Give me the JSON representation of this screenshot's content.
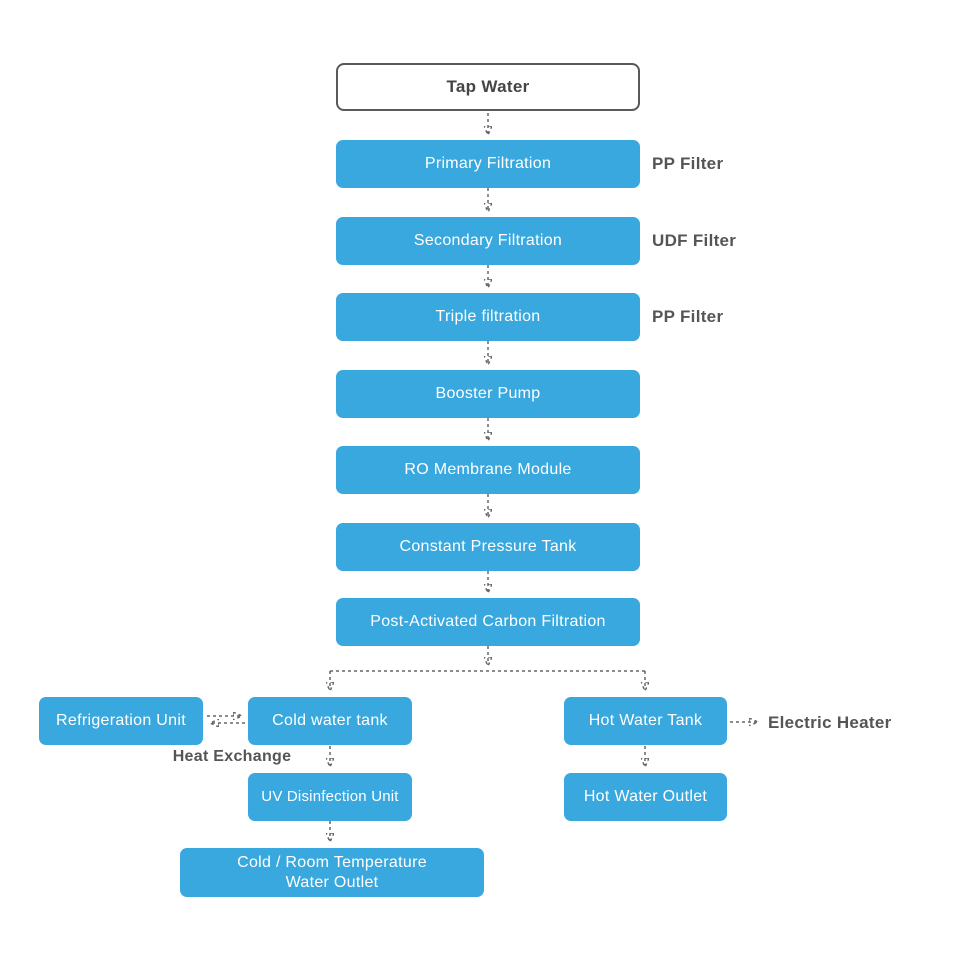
{
  "diagram_type": "flowchart",
  "colors": {
    "node_fill": "#38A8DF",
    "node_text": "#FFFFFF",
    "start_fill": "#FFFFFF",
    "start_border": "#58595B",
    "arrow": "#666666",
    "label_text": "#555555"
  },
  "nodes": {
    "tap_water": "Tap Water",
    "primary_filtration": "Primary Filtration",
    "secondary_filtration": "Secondary Filtration",
    "triple_filtration": "Triple filtration",
    "booster_pump": "Booster Pump",
    "ro_membrane_module": "RO Membrane Module",
    "constant_pressure_tank": "Constant Pressure Tank",
    "post_activated_carbon": "Post-Activated Carbon Filtration",
    "refrigeration_unit": "Refrigeration Unit",
    "cold_water_tank": "Cold water tank",
    "uv_disinfection_unit": "UV Disinfection Unit",
    "cold_outlet_line1": "Cold / Room Temperature",
    "cold_outlet_line2": "Water Outlet",
    "hot_water_tank": "Hot Water Tank",
    "hot_water_outlet": "Hot Water Outlet"
  },
  "side_labels": {
    "primary": "PP Filter",
    "secondary": "UDF Filter",
    "triple": "PP Filter"
  },
  "annotations": {
    "heat_exchange": "Heat Exchange",
    "electric_heater": "Electric Heater"
  }
}
